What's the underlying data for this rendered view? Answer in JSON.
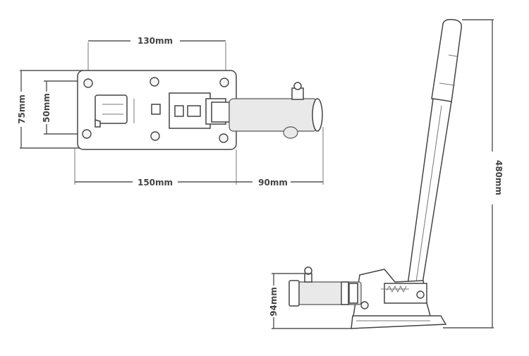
{
  "dimensions": {
    "plate_width_holes": "130mm",
    "plate_total_width": "150mm",
    "cylinder_length": "90mm",
    "plate_height": "75mm",
    "hole_spacing_vertical": "50mm",
    "lever_height": "480mm",
    "base_height": "94mm"
  }
}
